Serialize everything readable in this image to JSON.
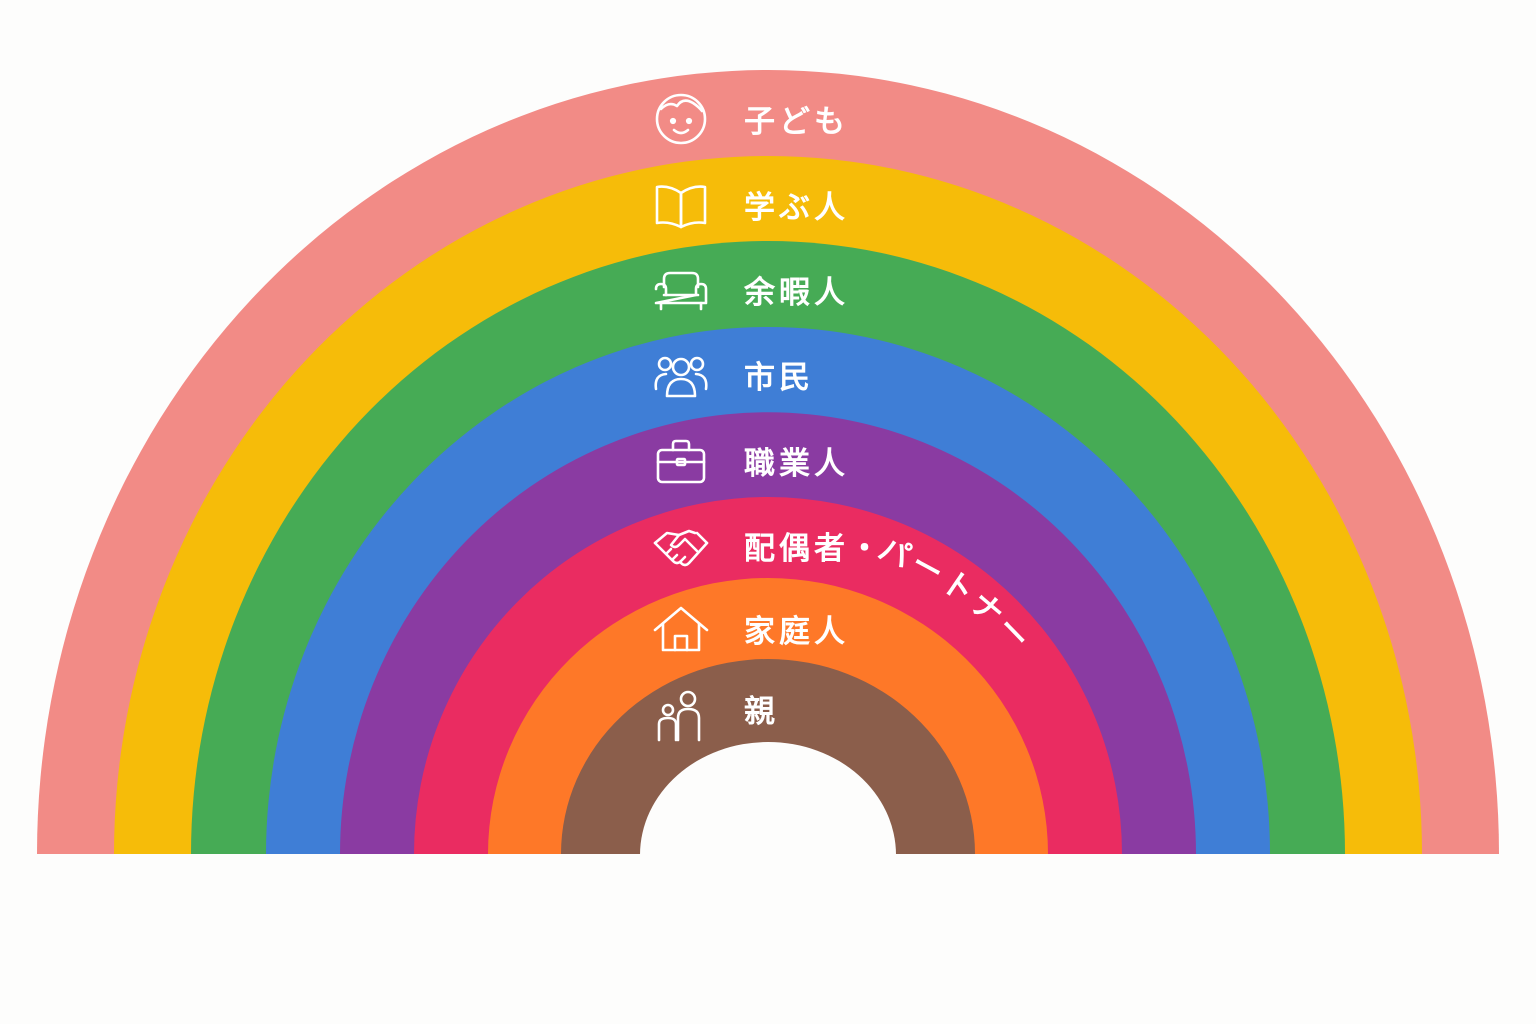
{
  "diagram": {
    "bands": [
      {
        "label": "子ども",
        "color": "#f28b86",
        "icon": "child-face-icon"
      },
      {
        "label": "学ぶ人",
        "color": "#f6bc09",
        "icon": "open-book-icon"
      },
      {
        "label": "余暇人",
        "color": "#46ab55",
        "icon": "sofa-icon"
      },
      {
        "label": "市民",
        "color": "#3f7ed6",
        "icon": "people-group-icon"
      },
      {
        "label": "職業人",
        "color": "#8a3ba2",
        "icon": "briefcase-icon"
      },
      {
        "label": "配偶者・",
        "label_arc": "パートナー",
        "color": "#ea2c61",
        "icon": "handshake-icon"
      },
      {
        "label": "家庭人",
        "color": "#fe7828",
        "icon": "house-icon"
      },
      {
        "label": "親",
        "color": "#8b5e4b",
        "icon": "parent-child-icon"
      }
    ]
  }
}
